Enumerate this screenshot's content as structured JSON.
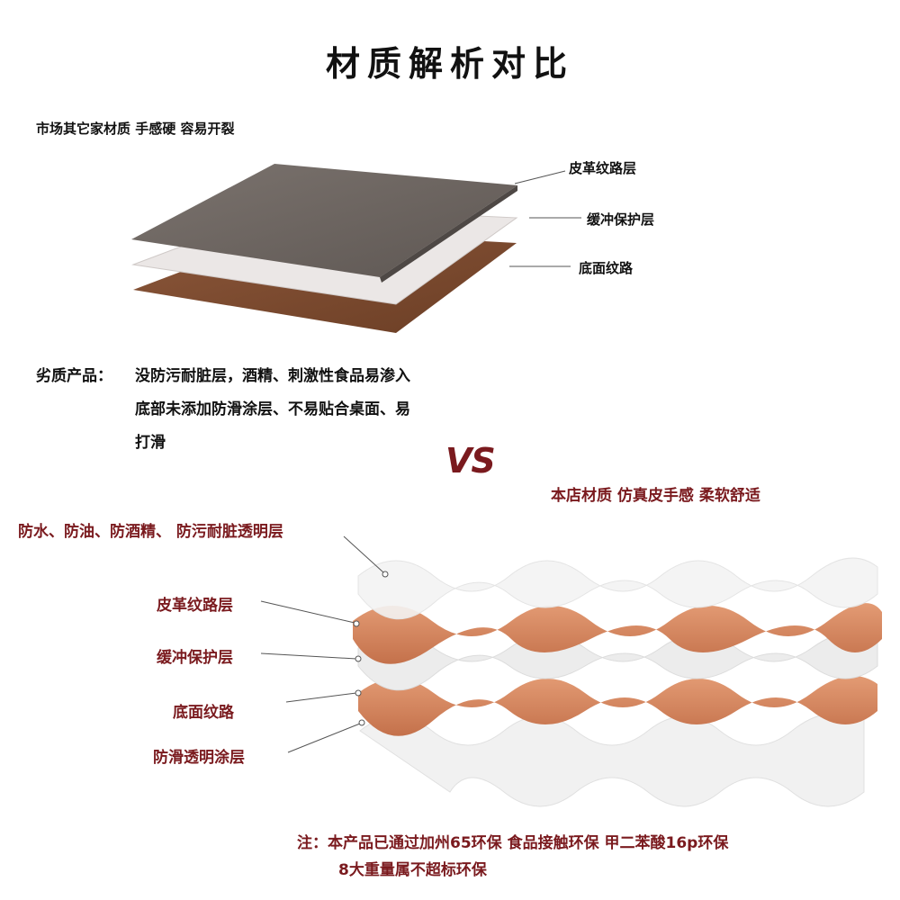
{
  "title": "材质解析对比",
  "inferior": {
    "subtitle": "市场其它家材质 手感硬 容易开裂",
    "layers": [
      "皮革纹路层",
      "缓冲保护层",
      "底面纹路"
    ],
    "desc_label": "劣质产品：",
    "desc_lines": [
      "没防污耐脏层，酒精、刺激性食品易渗入",
      "底部未添加防滑涂层、不易贴合桌面、易",
      "打滑"
    ]
  },
  "vs": "VS",
  "ours": {
    "subtitle": "本店材质  仿真皮手感 柔软舒适",
    "layers": [
      "防水、防油、防酒精、 防污耐脏透明层",
      "皮革纹路层",
      "缓冲保护层",
      "底面纹路",
      "防滑透明涂层"
    ]
  },
  "note": {
    "line1": "注：本产品已通过加州65环保  食品接触环保 甲二苯酸16p环保",
    "line2": "8大重量属不超标环保"
  },
  "colors": {
    "accent": "#7a1a1e",
    "leather_top": "#6f6762",
    "buffer": "#e8e4e3",
    "bottom_brown": "#7c4a2e",
    "wave_orange": "#d2835e"
  }
}
